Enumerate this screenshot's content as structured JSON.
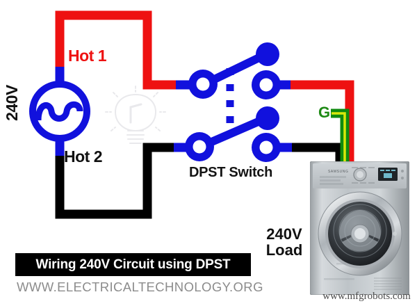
{
  "diagram": {
    "title": "Wiring 240V Circuit using DPST",
    "site_url": "WWW.ELECTRICALTECHNOLOGY.ORG",
    "watermark": "www.mfgrobots.com",
    "labels": {
      "hot1": "Hot 1",
      "hot2": "Hot 2",
      "source_voltage": "240V",
      "switch": "DPST Switch",
      "ground": "G",
      "load": "240V\nLoad"
    },
    "colors": {
      "hot1_wire": "#ee1111",
      "hot2_wire": "#000000",
      "ground_wire": "#0f8a0f",
      "ground_stripe": "#d8e80a",
      "switch_blue": "#1111dd",
      "caption_bg": "#000000",
      "caption_text": "#ffffff",
      "url_text": "#8c8c8c"
    },
    "components": {
      "source": {
        "name": "AC voltage source",
        "symbol": "sine-wave",
        "value": "240V"
      },
      "switch": {
        "name": "DPST switch",
        "poles": 2,
        "throws": 1,
        "state": "open"
      },
      "load": {
        "name": "240V Load",
        "appliance": "clothes dryer",
        "brand": "SAMSUNG"
      },
      "bulb": {
        "name": "light bulb watermark",
        "visible": "faint"
      }
    },
    "connections": [
      {
        "from": "source-top",
        "to": "switch-pole-1-left",
        "wire": "hot1",
        "color": "#ee1111"
      },
      {
        "from": "switch-pole-1-right",
        "to": "load-hot1",
        "wire": "hot1",
        "color": "#ee1111"
      },
      {
        "from": "source-bottom",
        "to": "switch-pole-2-left",
        "wire": "hot2",
        "color": "#000000"
      },
      {
        "from": "switch-pole-2-right",
        "to": "load-hot2",
        "wire": "hot2",
        "color": "#000000"
      },
      {
        "from": "ground-terminal",
        "to": "load-ground",
        "wire": "ground",
        "color": "#0f8a0f"
      }
    ]
  }
}
